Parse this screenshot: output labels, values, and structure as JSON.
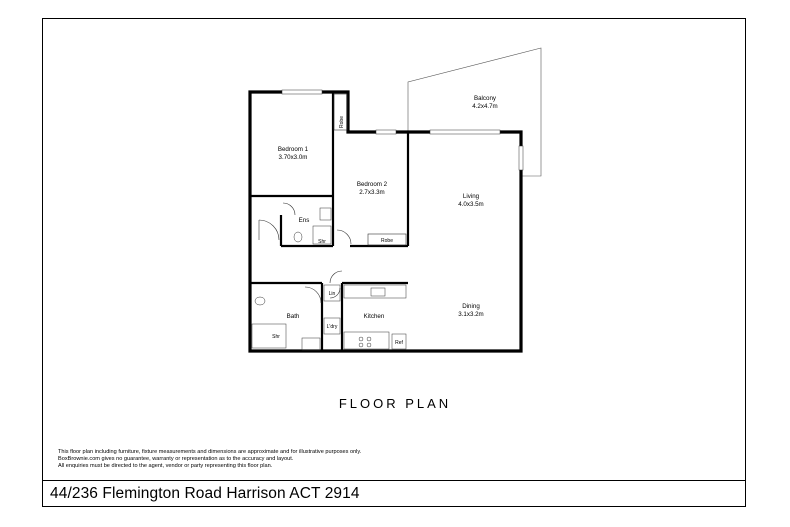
{
  "plan": {
    "rooms": {
      "balcony": {
        "name": "Balcony",
        "size": "4.2x4.7m"
      },
      "bedroom1": {
        "name": "Bedroom 1",
        "size": "3.70x3.0m"
      },
      "bedroom2": {
        "name": "Bedroom 2",
        "size": "2.7x3.3m"
      },
      "living": {
        "name": "Living",
        "size": "4.0x3.5m"
      },
      "dining": {
        "name": "Dining",
        "size": "3.1x3.2m"
      },
      "ensuite": {
        "name": "Ens"
      },
      "bath": {
        "name": "Bath"
      },
      "kitchen": {
        "name": "Kitchen"
      }
    },
    "fixtures": {
      "robe1": "Robe",
      "robe2": "Robe",
      "shower_ens": "Shr",
      "shower_bath": "Shr",
      "linen": "Lin",
      "laundry": "L'dry",
      "fridge": "Ref"
    }
  },
  "title": "FLOOR PLAN",
  "disclaimer": [
    "This floor plan including furniture, fixture measurements and dimensions are approximate and for illustrative purposes only.",
    "BoxBrownie.com gives no guarantee, warranty or representation as to the accuracy and layout.",
    "All enquiries must be directed to the agent, vendor or party representing this floor plan."
  ],
  "address": "44/236 Flemington Road Harrison ACT 2914",
  "colors": {
    "wall": "#000000",
    "line": "#555555",
    "background": "#ffffff"
  }
}
